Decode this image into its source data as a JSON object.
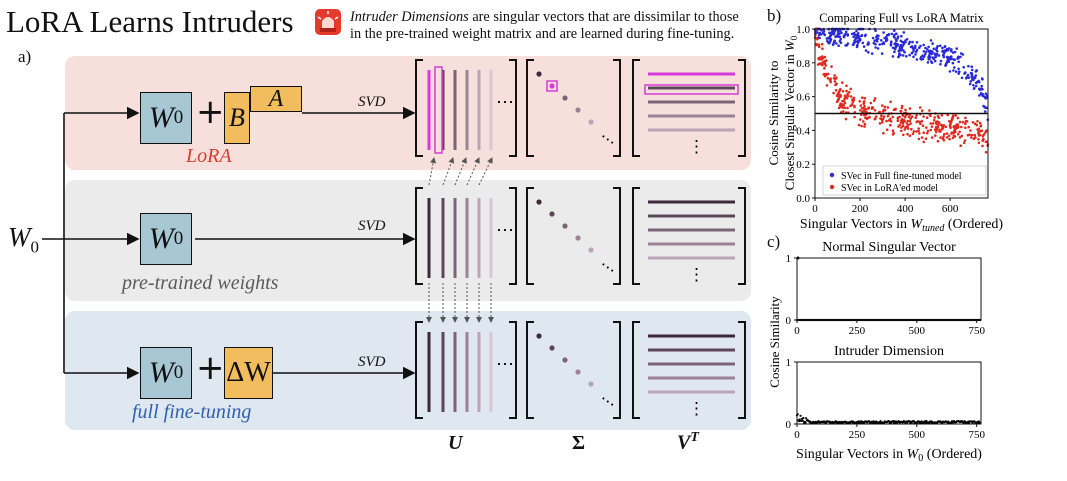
{
  "header": {
    "title": "LoRA Learns Intruders",
    "desc_em": "Intruder Dimensions",
    "desc_rest": " are singular vectors that are dissimilar to those in the pre-trained weight matrix and are learned during fine-tuning.",
    "siren_icon": "siren-icon"
  },
  "diagram": {
    "panel_label": "a)",
    "w0_input": "W",
    "w0_sub": "0",
    "rows": [
      {
        "caption": "LoRA",
        "color": "#d2402f",
        "ops": [
          "W0",
          "+",
          "B",
          "A"
        ],
        "svd": "SVD"
      },
      {
        "caption": "pre-trained weights",
        "color": "#5a5a5a",
        "ops": [
          "W0"
        ],
        "svd": "SVD"
      },
      {
        "caption": "full fine-tuning",
        "color": "#2f5fad",
        "ops": [
          "W0",
          "+",
          "ΔW"
        ],
        "svd": "SVD"
      }
    ],
    "plus": "+",
    "b_label": "B",
    "a_label": "A",
    "dw_label": "ΔW",
    "dots": "⋯",
    "vdots": "⋮",
    "matrix_labels": {
      "u": "U",
      "sigma": "Σ",
      "vt": "V",
      "vt_sup": "T"
    },
    "highlight_color": "#d63ad8"
  },
  "chart_data": [
    {
      "type": "scatter",
      "panel_label": "b)",
      "title": "Comparing Full vs LoRA Matrix",
      "xlabel": "Singular Vectors in W_tuned (Ordered)",
      "ylabel": "Cosine Similarity to Closest Singular Vector in W_0",
      "xlim": [
        0,
        768
      ],
      "ylim": [
        0.0,
        1.0
      ],
      "xticks": [
        0,
        200,
        400,
        600
      ],
      "yticks": [
        0.0,
        0.2,
        0.4,
        0.6,
        0.8,
        1.0
      ],
      "threshold": 0.5,
      "legend": "bottom-right",
      "series": [
        {
          "name": "SVec in Full fine-tuned model",
          "color": "#2a2ad8",
          "points": [
            [
              0,
              1.0
            ],
            [
              30,
              0.99
            ],
            [
              80,
              0.98
            ],
            [
              150,
              0.97
            ],
            [
              200,
              0.95
            ],
            [
              280,
              0.93
            ],
            [
              330,
              0.92
            ],
            [
              400,
              0.9
            ],
            [
              450,
              0.88
            ],
            [
              500,
              0.86
            ],
            [
              560,
              0.85
            ],
            [
              600,
              0.83
            ],
            [
              650,
              0.8
            ],
            [
              700,
              0.72
            ],
            [
              740,
              0.65
            ],
            [
              760,
              0.55
            ]
          ]
        },
        {
          "name": "SVec in LoRA'ed model",
          "color": "#e0291e",
          "points": [
            [
              0,
              0.95
            ],
            [
              20,
              0.85
            ],
            [
              60,
              0.72
            ],
            [
              100,
              0.62
            ],
            [
              150,
              0.56
            ],
            [
              200,
              0.52
            ],
            [
              260,
              0.5
            ],
            [
              320,
              0.47
            ],
            [
              400,
              0.45
            ],
            [
              460,
              0.44
            ],
            [
              520,
              0.43
            ],
            [
              600,
              0.42
            ],
            [
              660,
              0.41
            ],
            [
              700,
              0.4
            ],
            [
              740,
              0.38
            ],
            [
              760,
              0.35
            ]
          ]
        }
      ]
    },
    {
      "type": "scatter",
      "title": "Normal Singular Vector",
      "xlim": [
        0,
        768
      ],
      "ylim": [
        0,
        1
      ],
      "xticks": [
        0,
        250,
        500,
        750
      ],
      "yticks": [
        0,
        1
      ],
      "spike": [
        0,
        1.0
      ],
      "baseline": 0.0,
      "color": "#000000"
    },
    {
      "type": "scatter",
      "panel_label": "c)",
      "title": "Intruder Dimension",
      "xlabel": "Singular Vectors in W_0 (Ordered)",
      "ylabel": "Cosine Similarity",
      "xlim": [
        0,
        768
      ],
      "ylim": [
        0,
        1
      ],
      "xticks": [
        0,
        250,
        500,
        750
      ],
      "yticks": [
        0,
        1
      ],
      "baseline": 0.03,
      "peak": 0.18,
      "color": "#000000"
    }
  ]
}
